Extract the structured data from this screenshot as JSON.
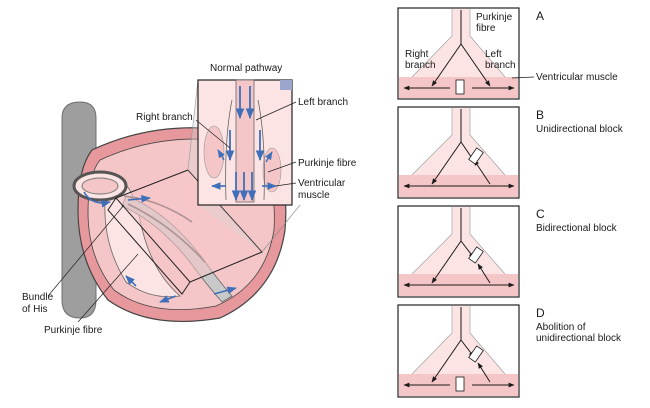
{
  "colors": {
    "muscle": "#f5c6c8",
    "muscle_dark": "#e7989d",
    "fibre": "#fbe4e3",
    "septum": "#c9c9c9",
    "arrow_blue": "#3f6fb8",
    "line": "#1a1a1a"
  },
  "heart": {
    "inset_title": "Normal pathway",
    "labels": {
      "right_branch": "Right branch",
      "left_branch": "Left branch",
      "purkinje_fibre_inset": "Purkinje fibre",
      "ventricular_1": "Ventricular",
      "ventricular_2": "muscle",
      "bundle_1": "Bundle",
      "bundle_2": "of His",
      "purkinje_fibre": "Purkinje fibre"
    }
  },
  "panels": {
    "A": {
      "letter": "A",
      "purkinje_1": "Purkinje",
      "purkinje_2": "fibre",
      "right_1": "Right",
      "right_2": "branch",
      "left_1": "Left",
      "left_2": "branch",
      "muscle_label": "Ventricular muscle"
    },
    "B": {
      "letter": "B",
      "caption_1": "Unidirectional block"
    },
    "C": {
      "letter": "C",
      "caption_1": "Bidirectional block"
    },
    "D": {
      "letter": "D",
      "caption_1": "Abolition of",
      "caption_2": "unidirectional block"
    }
  }
}
